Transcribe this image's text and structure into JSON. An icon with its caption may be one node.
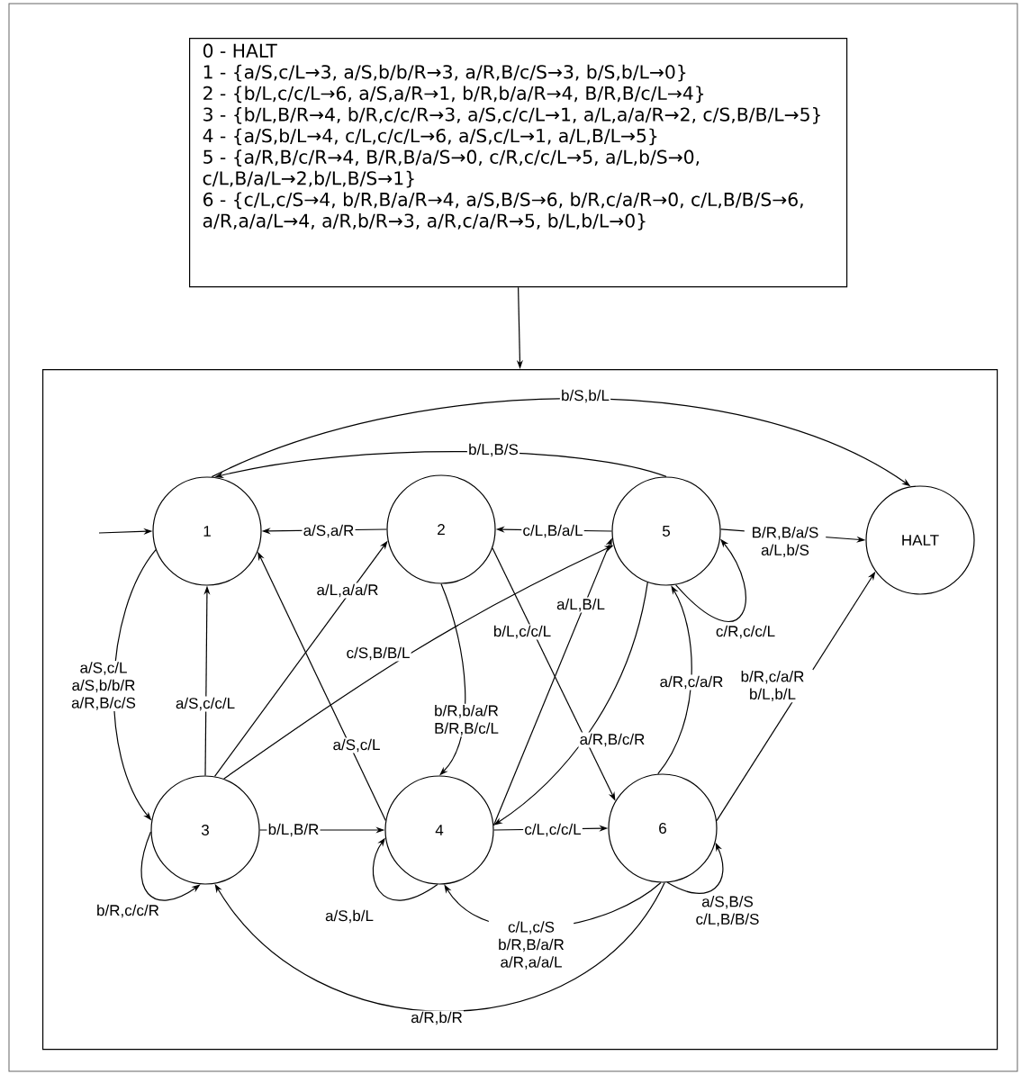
{
  "diagram": {
    "nodes": [
      {
        "text": [
          "0 - HALT",
          "1 - {a/S,c/L→3, a/S,b/b/R→3, a/R,B/c/S→3, b/S,b/L→0}",
          "2 - {b/L,c/c/L→6, a/S,a/R→1, b/R,b/a/R→4, B/R,B/c/L→4}",
          "3 - {b/L,B/R→4, b/R,c/c/R→3, a/S,c/c/L→1, a/L,a/a/R→2, c/S,B/B/L→5}",
          "4 - {a/S,b/L→4, c/L,c/c/L→6, a/S,c/L→1, a/L,B/L→5}",
          "5 - {a/R,B/c/R→4, B/R,B/a/S→0, c/R,c/c/L→5, a/L,b/S→0, c/L,B/a/L→2,b/L,B/S→1}",
          "6 - {c/L,c/S→4, b/R,B/a/R→4, a/S,B/S→6, b/R,c/a/R→0, c/L,B/B/S→6, a/R,a/a/L→4, a/R,b/R→3, a/R,c/a/R→5, b/L,b/L→0}"
        ]
      },
      {
        "text": [],
        "shape": "box"
      },
      {
        "text": [
          "1"
        ],
        "in": 1
      },
      {
        "text": [
          "2"
        ],
        "in": 1
      },
      {
        "text": [
          "5"
        ],
        "in": 1
      },
      {
        "text": [
          "HALT"
        ],
        "in": 1
      },
      {
        "text": [
          "3"
        ],
        "in": 1
      },
      {
        "text": [
          "4"
        ],
        "in": 1
      },
      {
        "text": [
          "6"
        ],
        "in": 1
      }
    ],
    "edges": [
      {
        "from": 0,
        "to": 1,
        "arrow": "to"
      },
      {
        "from": null,
        "to": 2,
        "arrow": "to"
      },
      {
        "from": 2,
        "to": 5,
        "arrow": "to",
        "label": "b/S,b/L"
      },
      {
        "from": 4,
        "to": 2,
        "arrow": "to",
        "label": "b/L,B/S"
      },
      {
        "from": 3,
        "to": 2,
        "arrow": "to",
        "label": "a/S,a/R"
      },
      {
        "from": 4,
        "to": 3,
        "arrow": "to",
        "label": "c/L,B/a/L"
      },
      {
        "from": 4,
        "to": 5,
        "arrow": "to",
        "label": "B/R,B/a/S a/L,b/S"
      },
      {
        "from": 2,
        "to": 6,
        "arrow": "to",
        "label": "a/S,c/L a/S,b/b/R a/R,B/c/S"
      },
      {
        "from": 6,
        "to": 2,
        "arrow": "to",
        "label": "a/S,c/c/L"
      },
      {
        "from": 6,
        "to": 3,
        "arrow": "to",
        "label": "a/L,a/a/R"
      },
      {
        "from": 6,
        "to": 4,
        "arrow": "to",
        "label": "c/S,B/B/L"
      },
      {
        "from": 7,
        "to": 2,
        "arrow": "to",
        "label": "a/S,c/L"
      },
      {
        "from": 3,
        "to": 7,
        "arrow": "to",
        "label": "b/R,b/a/R B/R,B/c/L"
      },
      {
        "from": 3,
        "to": 8,
        "arrow": "to",
        "label": "b/L,c/c/L"
      },
      {
        "from": 7,
        "to": 4,
        "arrow": "to",
        "label": "a/L,B/L"
      },
      {
        "from": 8,
        "to": 4,
        "arrow": "to",
        "label": "a/R,c/a/R"
      },
      {
        "from": 4,
        "to": 7,
        "arrow": "to",
        "label": "a/R,B/c/R"
      },
      {
        "from": 4,
        "to": 4,
        "arrow": "to",
        "label": "c/R,c/c/L"
      },
      {
        "from": 8,
        "to": 5,
        "arrow": "to",
        "label": "b/R,c/a/R b/L,b/L"
      },
      {
        "from": 6,
        "to": 7,
        "arrow": "to",
        "label": "b/L,B/R"
      },
      {
        "from": 6,
        "to": 6,
        "arrow": "to",
        "label": "b/R,c/c/R"
      },
      {
        "from": 7,
        "to": 7,
        "arrow": "to",
        "label": "a/S,b/L"
      },
      {
        "from": 7,
        "to": 8,
        "arrow": "to",
        "label": "c/L,c/c/L"
      },
      {
        "from": 8,
        "to": 7,
        "arrow": "to",
        "label": "c/L,c/S b/R,B/a/R a/R,a/a/L"
      },
      {
        "from": 8,
        "to": 6,
        "arrow": "to",
        "label": "a/R,b/R"
      },
      {
        "from": 8,
        "to": 8,
        "arrow": "to",
        "label": "a/S,B/S c/L,B/B/S"
      }
    ]
  }
}
